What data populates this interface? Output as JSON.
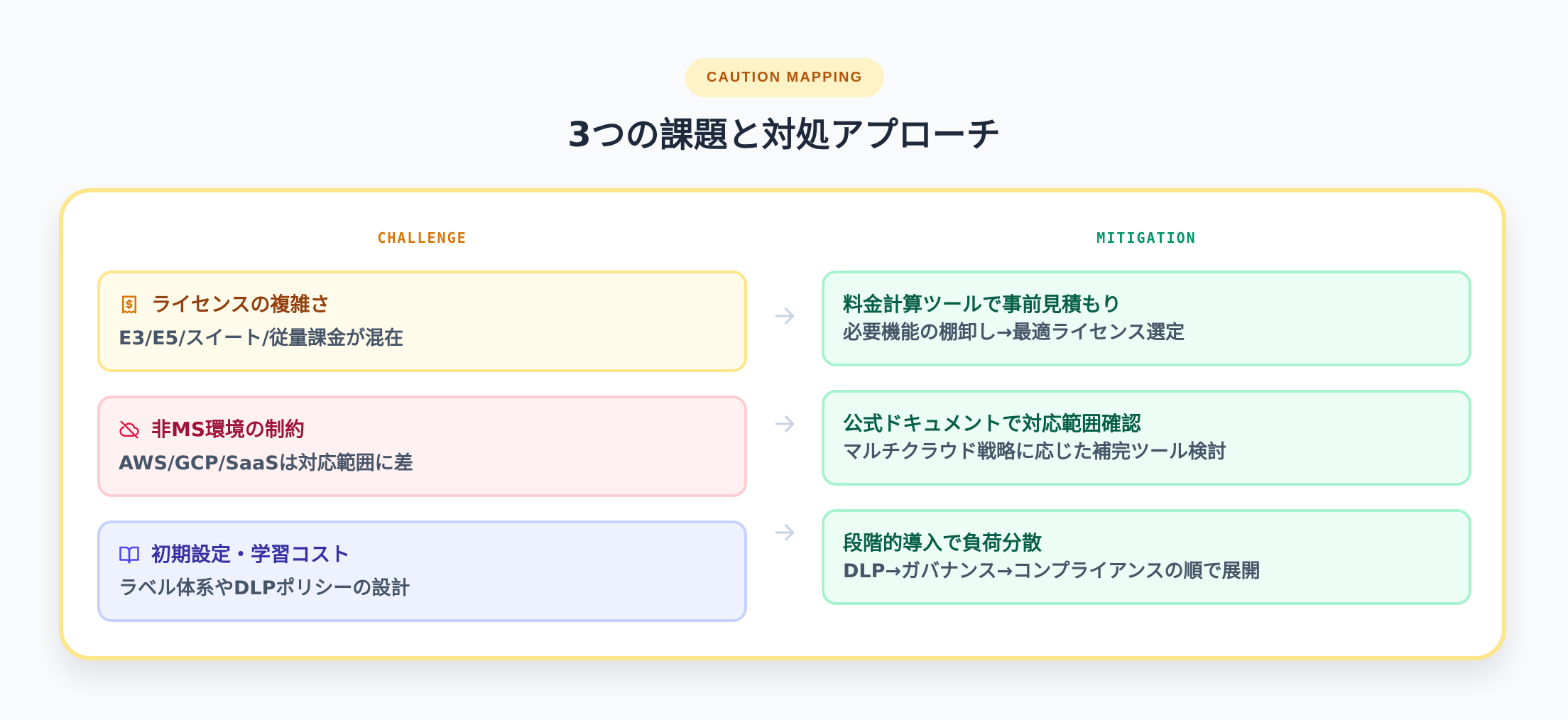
{
  "badge": "CAUTION MAPPING",
  "title": "3つの課題と対処アプローチ",
  "columns": {
    "challenge": "CHALLENGE",
    "mitigation": "MITIGATION"
  },
  "challenges": [
    {
      "title": "ライセンスの複雑さ",
      "description": "E3/E5/スイート/従量課金が混在",
      "icon": "receipt-dollar-icon",
      "title_color": "#92400e",
      "icon_color": "#d97706"
    },
    {
      "title": "非MS環境の制約",
      "description": "AWS/GCP/SaaSは対応範囲に差",
      "icon": "cloud-off-icon",
      "title_color": "#9f1239",
      "icon_color": "#e11d48"
    },
    {
      "title": "初期設定・学習コスト",
      "description": "ラベル体系やDLPポリシーの設計",
      "icon": "book-open-icon",
      "title_color": "#3730a3",
      "icon_color": "#4f46e5"
    }
  ],
  "mitigations": [
    {
      "title": "料金計算ツールで事前見積もり",
      "description": "必要機能の棚卸し→最適ライセンス選定"
    },
    {
      "title": "公式ドキュメントで対応範囲確認",
      "description": "マルチクラウド戦略に応じた補完ツール検討"
    },
    {
      "title": "段階的導入で負荷分散",
      "description": "DLP→ガバナンス→コンプライアンスの順で展開"
    }
  ],
  "mitigation_title_color": "#065f46",
  "arrow_color": "#cbd5e1"
}
